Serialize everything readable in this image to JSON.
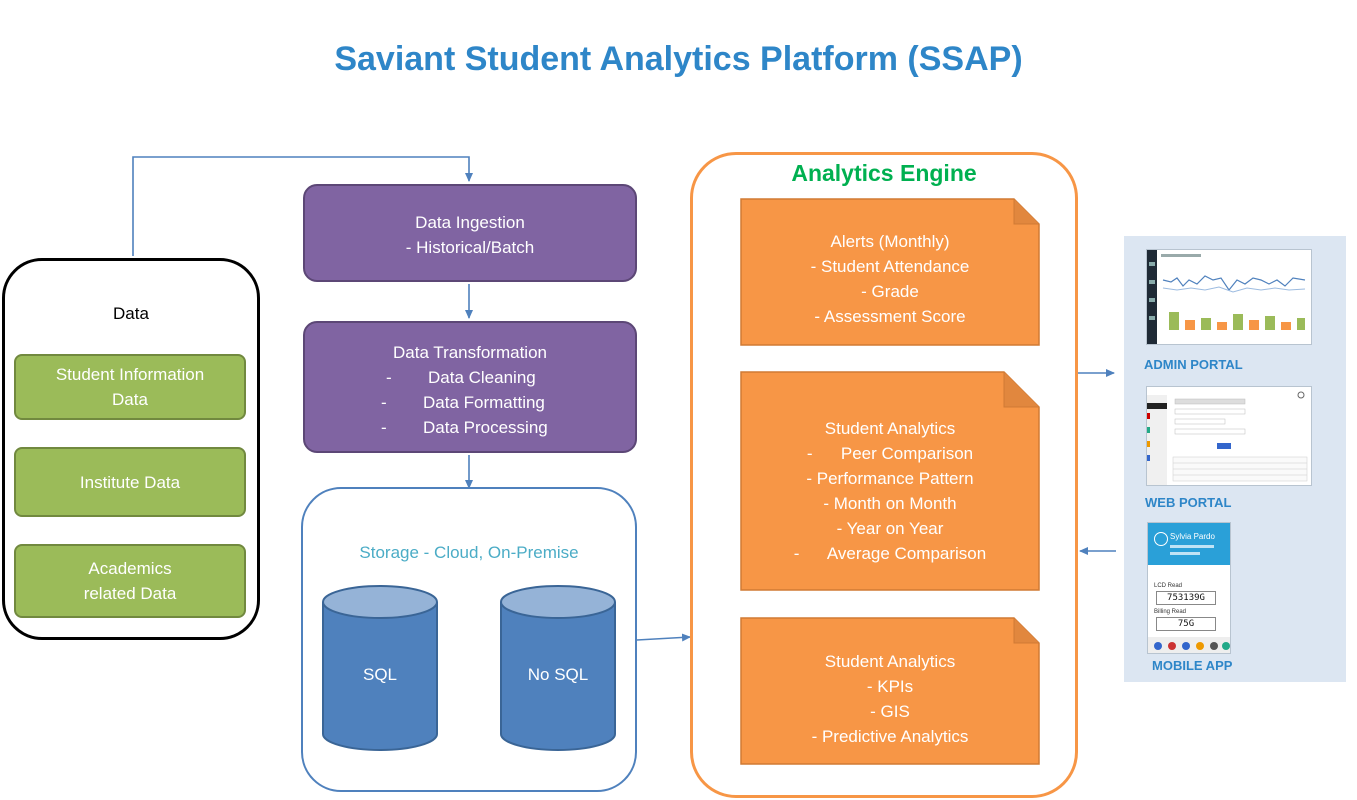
{
  "title": "Saviant Student Analytics Platform (SSAP)",
  "data_panel": {
    "label": "Data",
    "items": [
      {
        "lines": [
          "Student Information",
          "Data"
        ]
      },
      {
        "lines": [
          "Institute Data"
        ]
      },
      {
        "lines": [
          "Academics",
          "related Data"
        ]
      }
    ]
  },
  "ingestion": {
    "lines": [
      "Data Ingestion",
      "- Historical/Batch"
    ]
  },
  "transformation": {
    "title": "Data Transformation",
    "items": [
      "Data Cleaning",
      "Data Formatting",
      "Data Processing"
    ]
  },
  "storage": {
    "title": "Storage - Cloud, On-Premise",
    "db1": "SQL",
    "db2": "No SQL"
  },
  "engine": {
    "title": "Analytics Engine",
    "alerts": {
      "lines": [
        "Alerts (Monthly)",
        "- Student Attendance",
        "- Grade",
        "- Assessment Score"
      ]
    },
    "student_analytics": {
      "lines": [
        "Student Analytics",
        "-      Peer Comparison",
        "- Performance Pattern",
        "- Month on Month",
        "- Year on Year",
        "-      Average Comparison"
      ]
    },
    "advanced": {
      "lines": [
        "Student Analytics",
        "- KPIs",
        "- GIS",
        "- Predictive Analytics"
      ]
    }
  },
  "portals": {
    "admin": "ADMIN PORTAL",
    "web": "WEB PORTAL",
    "mobile": "MOBILE APP",
    "mobile_user": "Sylvia Pardo",
    "lcd_label": "LCD Read",
    "lcd_value": "753139G",
    "billing_label": "Billing Read",
    "billing_value": "75G"
  },
  "colors": {
    "title": "#2e86c8",
    "green": "#9bbb59",
    "purple": "#8064a2",
    "blue": "#4f81bd",
    "orange": "#f79646",
    "engine_title": "#00b050",
    "connector": "#4f81bd"
  }
}
